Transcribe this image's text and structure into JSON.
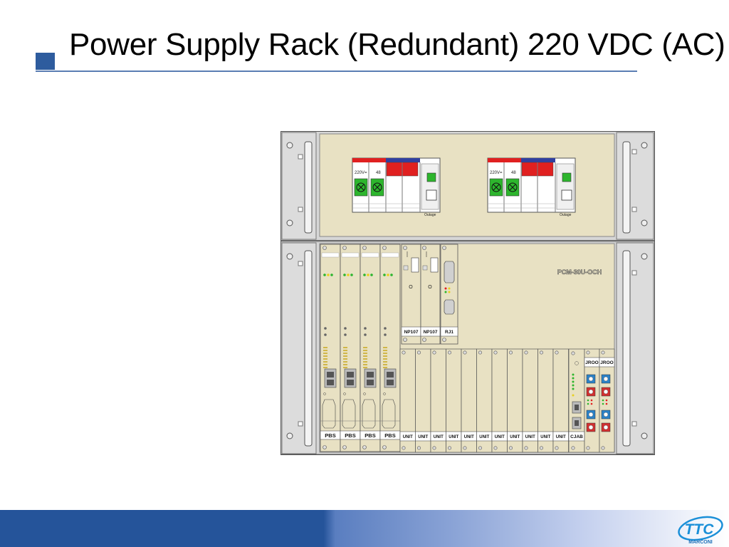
{
  "slide": {
    "title": "Power Supply Rack (Redundant) 220 VDC (AC)"
  },
  "colors": {
    "accent_blue": "#2e5c9e",
    "rack_gray": "#d4d4d4",
    "panel_beige": "#e8e1c3",
    "breaker_red": "#e02020",
    "breaker_blue": "#3040a0",
    "indicator_green": "#2db52d"
  },
  "rack": {
    "upper_panel": {
      "breaker_groups": [
        {
          "voltage_label": "220V=",
          "second_label": "48",
          "status_label": "Outage"
        },
        {
          "voltage_label": "220V=",
          "second_label": "48",
          "status_label": "Outage"
        }
      ]
    },
    "lower_panel": {
      "pbs_cards": [
        "PBS",
        "PBS",
        "PBS",
        "PBS"
      ],
      "np_cards": [
        {
          "label": "NP107",
          "marker": "O"
        },
        {
          "label": "NP107",
          "marker": "O"
        }
      ],
      "rj_card": "RJ1",
      "device_label": "PCM-30U-OCH",
      "unit_cards": [
        "UNIT",
        "UNIT",
        "UNIT",
        "UNIT",
        "UNIT",
        "UNIT",
        "UNIT",
        "UNIT",
        "UNIT",
        "UNIT",
        "UNIT"
      ],
      "cjab_card": "CJAB",
      "jroo_cards": [
        "JROO",
        "JROO"
      ]
    }
  },
  "logo": {
    "brand": "TTC",
    "sub": "MARCONI"
  }
}
